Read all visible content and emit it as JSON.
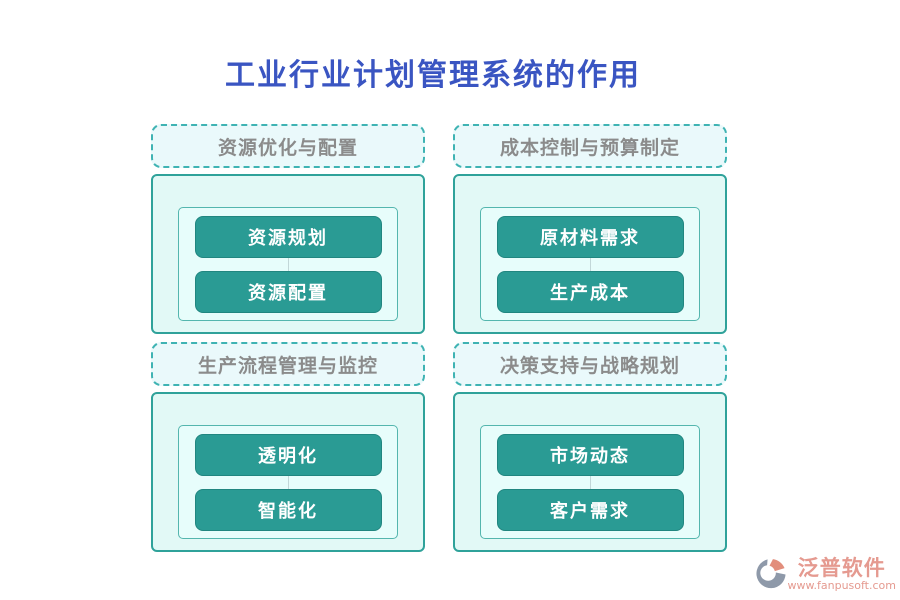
{
  "page": {
    "title": "工业行业计划管理系统的作用"
  },
  "colors": {
    "title_blue": "#3A55C2",
    "pill_teal": "#2A9B94",
    "box_border_teal": "#2FA29A",
    "dashed_border_teal": "#3FB3B3",
    "header_text_gray": "#8B8B8B",
    "panel_bg_mint": "#E2F9F6",
    "header_bg_cyan": "#EAF9FB",
    "watermark_salmon": "#E59A90"
  },
  "sections": [
    {
      "id": "resource",
      "header": "资源优化与配置",
      "items": [
        "资源规划",
        "资源配置"
      ]
    },
    {
      "id": "cost",
      "header": "成本控制与预算制定",
      "items": [
        "原材料需求",
        "生产成本"
      ]
    },
    {
      "id": "process",
      "header": "生产流程管理与监控",
      "items": [
        "透明化",
        "智能化"
      ]
    },
    {
      "id": "decision",
      "header": "决策支持与战略规划",
      "items": [
        "市场动态",
        "客户需求"
      ]
    }
  ],
  "watermark": {
    "brand": "泛普软件",
    "url": "www.fanpusoft.com",
    "logo_icon": "fanpu-swoosh-logo"
  }
}
